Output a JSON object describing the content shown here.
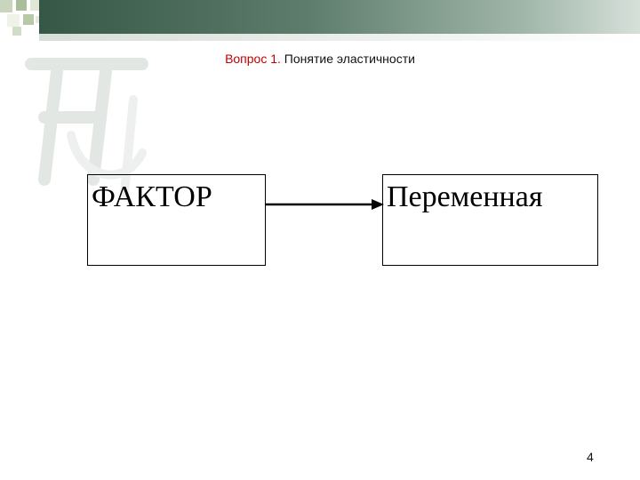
{
  "slide": {
    "title_prefix": "Вопрос 1.",
    "title_text": " Понятие эластичности",
    "page_number": "4"
  },
  "diagram": {
    "nodes": [
      {
        "id": "factor",
        "label": "ФАКТОР"
      },
      {
        "id": "variable",
        "label": "Переменная"
      }
    ],
    "edges": [
      {
        "from": "factor",
        "to": "variable"
      }
    ]
  },
  "colors": {
    "band_dark": "#365646",
    "band_light": "#d6e0da",
    "square_accent": "#b7c9a6",
    "title_highlight": "#c00000"
  }
}
